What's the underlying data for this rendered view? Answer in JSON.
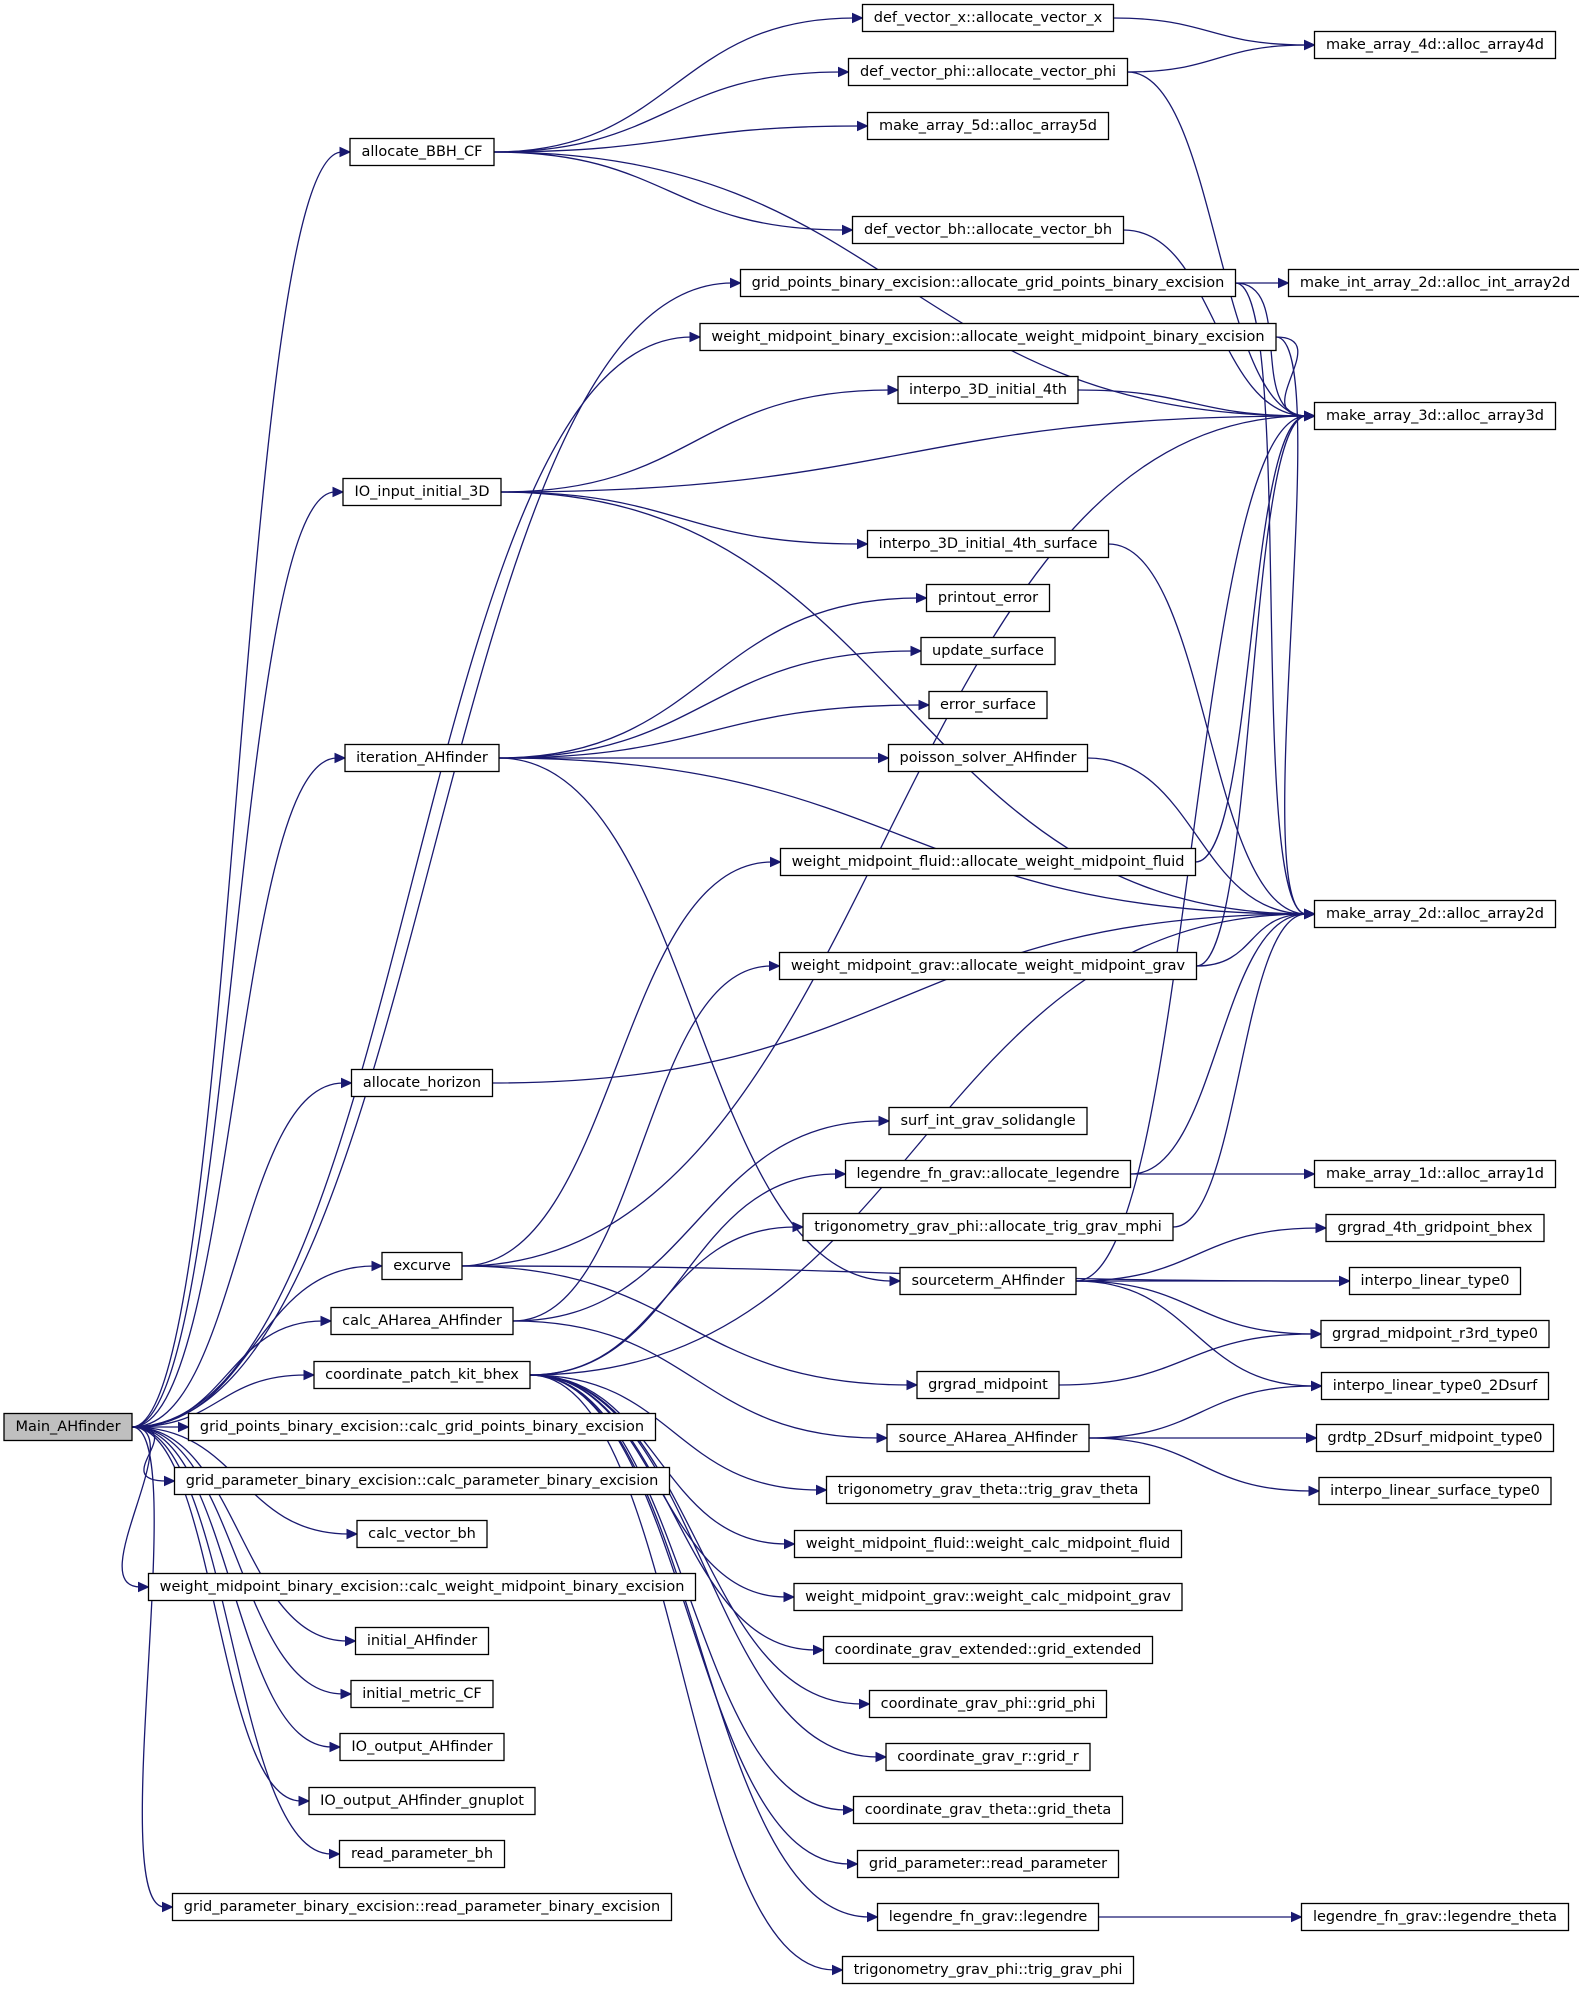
{
  "diagram": {
    "type": "call-graph",
    "edge_color": "#191970",
    "root_fill": "#bfbfbf",
    "nodes": {
      "main": "Main_AHfinder",
      "allocate_bbh": "allocate_BBH_CF",
      "io_input": "IO_input_initial_3D",
      "iteration": "iteration_AHfinder",
      "alloc_horizon": "allocate_horizon",
      "excurve": "excurve",
      "calc_aharea": "calc_AHarea_AHfinder",
      "coord_patch": "coordinate_patch_kit_bhex",
      "gp_calc": "grid_points_binary_excision::calc_grid_points_binary_excision",
      "gpar_calc": "grid_parameter_binary_excision::calc_parameter_binary_excision",
      "calc_vector_bh": "calc_vector_bh",
      "wm_calc": "weight_midpoint_binary_excision::calc_weight_midpoint_binary_excision",
      "initial_ah": "initial_AHfinder",
      "initial_metric": "initial_metric_CF",
      "io_output": "IO_output_AHfinder",
      "io_output_gnu": "IO_output_AHfinder_gnuplot",
      "read_param_bh": "read_parameter_bh",
      "gpar_read": "grid_parameter_binary_excision::read_parameter_binary_excision",
      "def_vx": "def_vector_x::allocate_vector_x",
      "def_vphi": "def_vector_phi::allocate_vector_phi",
      "arr5d": "make_array_5d::alloc_array5d",
      "def_vbh": "def_vector_bh::allocate_vector_bh",
      "gp_alloc": "grid_points_binary_excision::allocate_grid_points_binary_excision",
      "wm_alloc": "weight_midpoint_binary_excision::allocate_weight_midpoint_binary_excision",
      "interpo_4th": "interpo_3D_initial_4th",
      "interpo_4th_surf": "interpo_3D_initial_4th_surface",
      "printout": "printout_error",
      "update_surface": "update_surface",
      "error_surface": "error_surface",
      "poisson": "poisson_solver_AHfinder",
      "wmf_alloc": "weight_midpoint_fluid::allocate_weight_midpoint_fluid",
      "wmg_alloc": "weight_midpoint_grav::allocate_weight_midpoint_grav",
      "surf_int": "surf_int_grav_solidangle",
      "leg_alloc": "legendre_fn_grav::allocate_legendre",
      "trig_alloc": "trigonometry_grav_phi::allocate_trig_grav_mphi",
      "sourceterm": "sourceterm_AHfinder",
      "grgrad_mid": "grgrad_midpoint",
      "source_aharea": "source_AHarea_AHfinder",
      "trig_theta": "trigonometry_grav_theta::trig_grav_theta",
      "wmf_calc": "weight_midpoint_fluid::weight_calc_midpoint_fluid",
      "wmg_calc": "weight_midpoint_grav::weight_calc_midpoint_grav",
      "grid_ext": "coordinate_grav_extended::grid_extended",
      "grid_phi": "coordinate_grav_phi::grid_phi",
      "grid_r": "coordinate_grav_r::grid_r",
      "grid_theta": "coordinate_grav_theta::grid_theta",
      "read_param": "grid_parameter::read_parameter",
      "legendre": "legendre_fn_grav::legendre",
      "trig_phi": "trigonometry_grav_phi::trig_grav_phi",
      "arr4d": "make_array_4d::alloc_array4d",
      "int2d": "make_int_array_2d::alloc_int_array2d",
      "arr3d": "make_array_3d::alloc_array3d",
      "arr2d": "make_array_2d::alloc_array2d",
      "arr1d": "make_array_1d::alloc_array1d",
      "grgrad4": "grgrad_4th_gridpoint_bhex",
      "interpo_lin": "interpo_linear_type0",
      "grgrad_r3rd": "grgrad_midpoint_r3rd_type0",
      "interpo_lin2d": "interpo_linear_type0_2Dsurf",
      "grdtp": "grdtp_2Dsurf_midpoint_type0",
      "interpo_lin_surf": "interpo_linear_surface_type0",
      "leg_theta": "legendre_fn_grav::legendre_theta"
    }
  }
}
